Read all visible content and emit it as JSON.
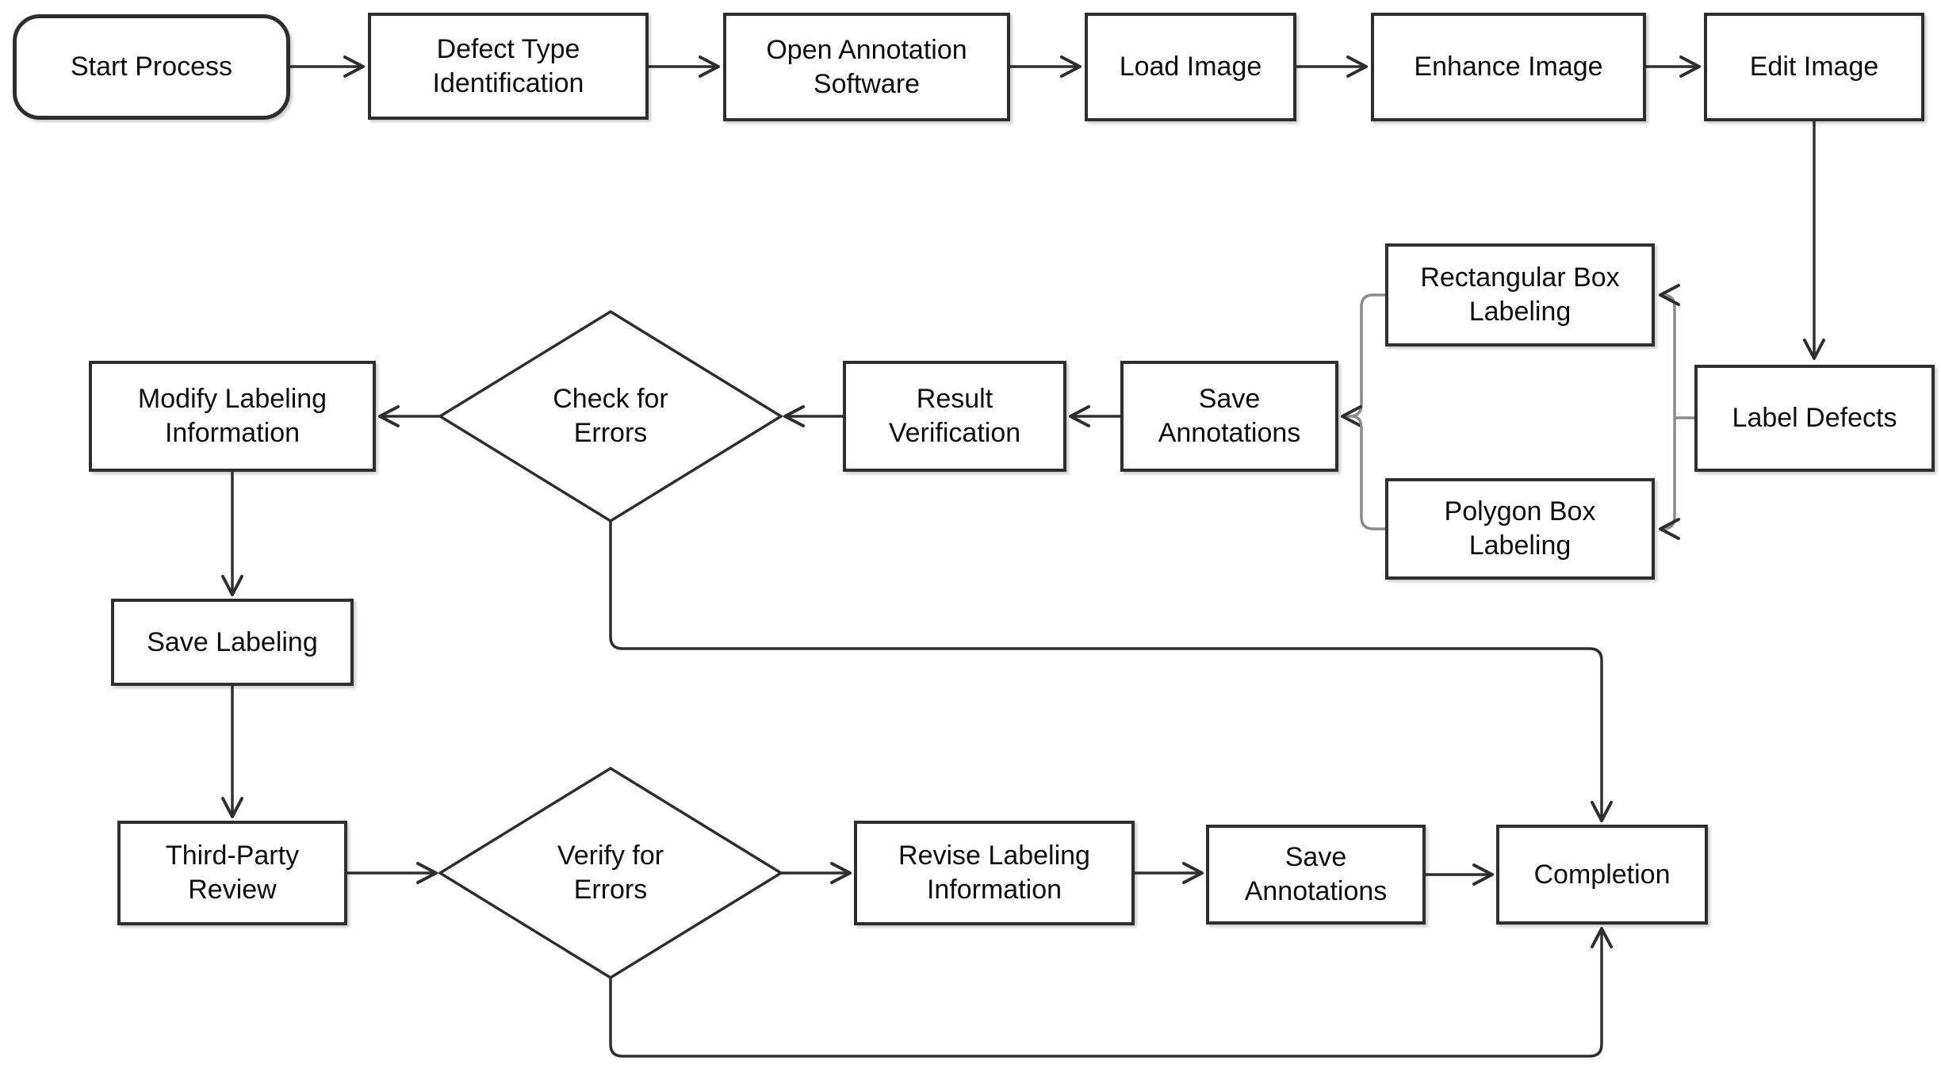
{
  "diagram": {
    "colors": {
      "background": "#ffffff",
      "node_fill": "#ffffff",
      "node_border": "#2e2e2e",
      "connector": "#2e2e2e",
      "bracket_connector": "#8a8a8a",
      "text": "#0e0e0e"
    },
    "nodes": {
      "start_process": {
        "label": "Start Process",
        "type": "terminator"
      },
      "defect_type_identification": {
        "label": "Defect Type\nIdentification",
        "type": "process"
      },
      "open_annotation_software": {
        "label": "Open Annotation\nSoftware",
        "type": "process"
      },
      "load_image": {
        "label": "Load Image",
        "type": "process"
      },
      "enhance_image": {
        "label": "Enhance Image",
        "type": "process"
      },
      "edit_image": {
        "label": "Edit Image",
        "type": "process"
      },
      "label_defects": {
        "label": "Label Defects",
        "type": "process"
      },
      "rectangular_box_labeling": {
        "label": "Rectangular Box\nLabeling",
        "type": "process"
      },
      "polygon_box_labeling": {
        "label": "Polygon Box\nLabeling",
        "type": "process"
      },
      "save_annotations_mid": {
        "label": "Save\nAnnotations",
        "type": "process"
      },
      "result_verification": {
        "label": "Result\nVerification",
        "type": "process"
      },
      "check_for_errors": {
        "label": "Check for\nErrors",
        "type": "decision"
      },
      "modify_labeling_information": {
        "label": "Modify Labeling\nInformation",
        "type": "process"
      },
      "save_labeling": {
        "label": "Save Labeling",
        "type": "process"
      },
      "third_party_review": {
        "label": "Third-Party\nReview",
        "type": "process"
      },
      "verify_for_errors": {
        "label": "Verify for\nErrors",
        "type": "decision"
      },
      "revise_labeling_information": {
        "label": "Revise Labeling\nInformation",
        "type": "process"
      },
      "save_annotations_bottom": {
        "label": "Save\nAnnotations",
        "type": "process"
      },
      "completion": {
        "label": "Completion",
        "type": "process"
      }
    },
    "edges": [
      {
        "from": "start_process",
        "to": "defect_type_identification"
      },
      {
        "from": "defect_type_identification",
        "to": "open_annotation_software"
      },
      {
        "from": "open_annotation_software",
        "to": "load_image"
      },
      {
        "from": "load_image",
        "to": "enhance_image"
      },
      {
        "from": "enhance_image",
        "to": "edit_image"
      },
      {
        "from": "edit_image",
        "to": "label_defects"
      },
      {
        "from": "label_defects",
        "to": "rectangular_box_labeling"
      },
      {
        "from": "label_defects",
        "to": "polygon_box_labeling"
      },
      {
        "from": "rectangular_box_labeling",
        "to": "save_annotations_mid"
      },
      {
        "from": "polygon_box_labeling",
        "to": "save_annotations_mid"
      },
      {
        "from": "save_annotations_mid",
        "to": "result_verification"
      },
      {
        "from": "result_verification",
        "to": "check_for_errors"
      },
      {
        "from": "check_for_errors",
        "to": "modify_labeling_information"
      },
      {
        "from": "check_for_errors",
        "to": "completion"
      },
      {
        "from": "modify_labeling_information",
        "to": "save_labeling"
      },
      {
        "from": "save_labeling",
        "to": "third_party_review"
      },
      {
        "from": "third_party_review",
        "to": "verify_for_errors"
      },
      {
        "from": "verify_for_errors",
        "to": "revise_labeling_information"
      },
      {
        "from": "verify_for_errors",
        "to": "completion"
      },
      {
        "from": "revise_labeling_information",
        "to": "save_annotations_bottom"
      },
      {
        "from": "save_annotations_bottom",
        "to": "completion"
      }
    ]
  }
}
